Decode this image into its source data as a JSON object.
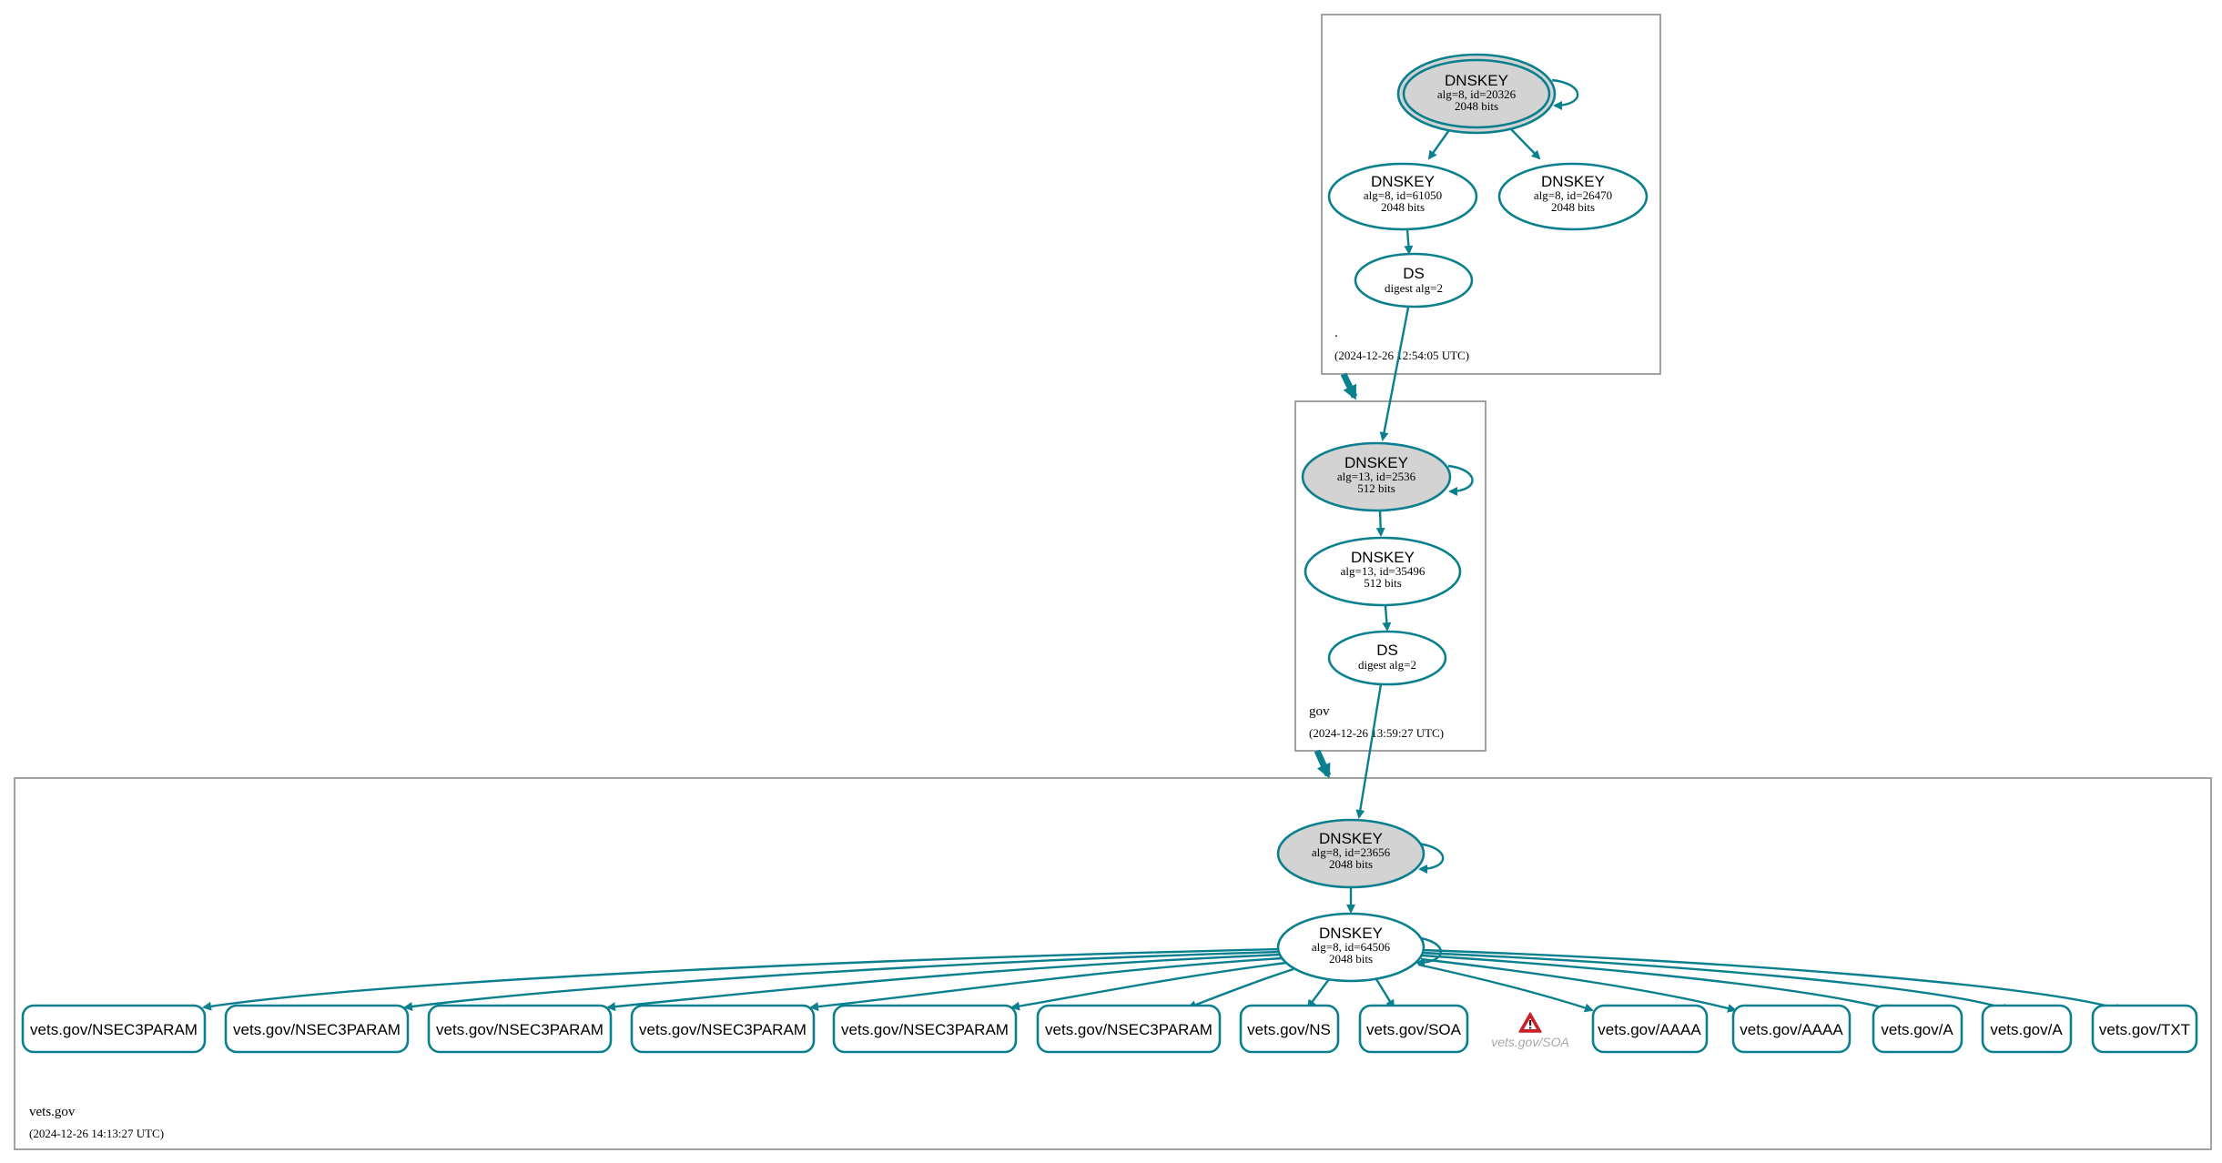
{
  "colors": {
    "accent": "#0a7f8e",
    "ksk_fill": "#d3d3d3",
    "zone_border": "#8a8a8a",
    "warning": "#c8202a"
  },
  "zones": [
    {
      "name": ".",
      "timestamp": "(2024-12-26 12:54:05 UTC)"
    },
    {
      "name": "gov",
      "timestamp": "(2024-12-26 13:59:27 UTC)"
    },
    {
      "name": "vets.gov",
      "timestamp": "(2024-12-26 14:13:27 UTC)"
    }
  ],
  "nodes": {
    "root_ksk": {
      "title": "DNSKEY",
      "line1": "alg=8, id=20326",
      "line2": "2048 bits"
    },
    "root_zsk1": {
      "title": "DNSKEY",
      "line1": "alg=8, id=61050",
      "line2": "2048 bits"
    },
    "root_zsk2": {
      "title": "DNSKEY",
      "line1": "alg=8, id=26470",
      "line2": "2048 bits"
    },
    "root_ds": {
      "title": "DS",
      "line1": "digest alg=2"
    },
    "gov_ksk": {
      "title": "DNSKEY",
      "line1": "alg=13, id=2536",
      "line2": "512 bits"
    },
    "gov_zsk": {
      "title": "DNSKEY",
      "line1": "alg=13, id=35496",
      "line2": "512 bits"
    },
    "gov_ds": {
      "title": "DS",
      "line1": "digest alg=2"
    },
    "vets_ksk": {
      "title": "DNSKEY",
      "line1": "alg=8, id=23656",
      "line2": "2048 bits"
    },
    "vets_zsk": {
      "title": "DNSKEY",
      "line1": "alg=8, id=64506",
      "line2": "2048 bits"
    }
  },
  "rrsets": [
    "vets.gov/NSEC3PARAM",
    "vets.gov/NSEC3PARAM",
    "vets.gov/NSEC3PARAM",
    "vets.gov/NSEC3PARAM",
    "vets.gov/NSEC3PARAM",
    "vets.gov/NSEC3PARAM",
    "vets.gov/NS",
    "vets.gov/SOA",
    "vets.gov/SOA",
    "vets.gov/AAAA",
    "vets.gov/AAAA",
    "vets.gov/A",
    "vets.gov/A",
    "vets.gov/TXT"
  ],
  "icons": {
    "warning": "warning-triangle-icon"
  }
}
